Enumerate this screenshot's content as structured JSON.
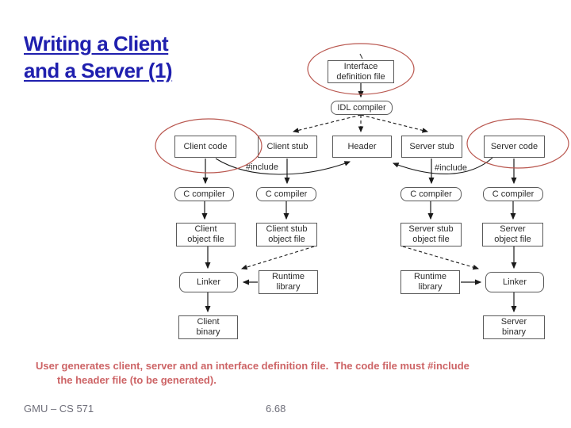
{
  "slide": {
    "title": {
      "line1": "Writing a Client",
      "line2": "and a Server (1)"
    },
    "note": {
      "line1": "User generates client, server and an interface definition file.  The code file must #include",
      "line2": "the header file (to be generated)."
    },
    "footer": {
      "course": "GMU – CS 571",
      "page": "6.68"
    }
  },
  "diagram": {
    "interface_def": {
      "line1": "Interface",
      "line2": "definition file"
    },
    "idl_compiler": {
      "label": "IDL compiler"
    },
    "client_code": {
      "label": "Client code"
    },
    "client_stub": {
      "label": "Client stub"
    },
    "header": {
      "label": "Header"
    },
    "server_stub": {
      "label": "Server stub"
    },
    "server_code": {
      "label": "Server code"
    },
    "c_compiler": {
      "label": "C compiler"
    },
    "client_obj": {
      "line1": "Client",
      "line2": "object file"
    },
    "client_stub_obj": {
      "line1": "Client stub",
      "line2": "object file"
    },
    "server_stub_obj": {
      "line1": "Server stub",
      "line2": "object file"
    },
    "server_obj": {
      "line1": "Server",
      "line2": "object file"
    },
    "linker": {
      "label": "Linker"
    },
    "runtime": {
      "line1": "Runtime",
      "line2": "library"
    },
    "client_binary": {
      "line1": "Client",
      "line2": "binary"
    },
    "server_binary": {
      "line1": "Server",
      "line2": "binary"
    },
    "include_label": "#include"
  },
  "colors": {
    "title_blue": "#1f1fae",
    "note_red": "#cd6466",
    "footer_gray": "#6f6f7a",
    "ellipse_red": "#b9574f",
    "box_border": "#5a5a5a",
    "arrow_black": "#1a1a1a"
  }
}
